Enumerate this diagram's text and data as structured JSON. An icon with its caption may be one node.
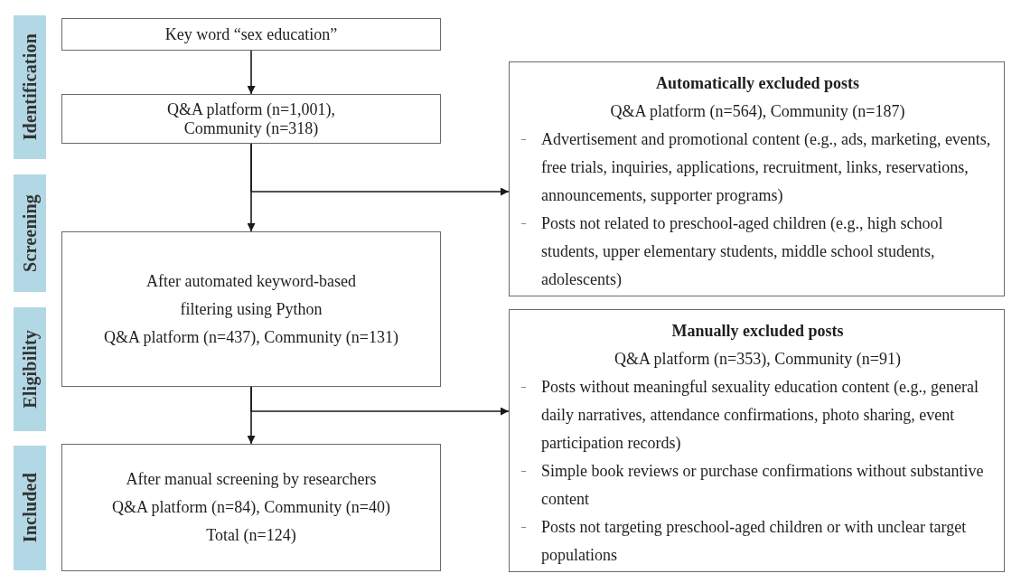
{
  "diagram": {
    "nodes": [
      {
        "text": [
          "Identification"
        ]
      },
      {
        "text": [
          "Screening"
        ]
      },
      {
        "text": [
          "Eligibility"
        ]
      },
      {
        "text": [
          "Included"
        ]
      },
      {
        "text": [
          "Key word “sex education”"
        ]
      },
      {
        "text": [
          "Q&A platform (n=1,001), Community (n=318)"
        ]
      },
      {
        "text": [
          "Automatically excluded posts",
          "Q&A platform (n=564), Community (n=187)",
          "Advertisement and promotional content (e.g., ads, marketing, events, free trials, inquiries, applications, recruitment, links, reservations, announcements, supporter programs)",
          "Posts not related to preschool-aged children (e.g., high school students, upper elementary students, middle school students, adolescents)"
        ]
      },
      {
        "text": [
          "After automated keyword-based filtering using Python",
          "Q&A platform (n=437), Community (n=131)"
        ]
      },
      {
        "text": [
          "Manually excluded posts",
          "Q&A platform (n=353), Community (n=91)",
          "Posts without meaningful sexuality education content (e.g., general daily narratives, attendance confirmations, photo sharing, event participation records)",
          "Simple book reviews or purchase confirmations without substantive content",
          "Posts not targeting preschool-aged children or with unclear target populations"
        ]
      },
      {
        "text": [
          "After manual screening by researchers",
          "Q&A platform (n=84), Community (n=40)",
          "Total (n=124)"
        ]
      }
    ],
    "edges": [
      {
        "from": 4,
        "to": 5,
        "arrow": "to"
      },
      {
        "from": 5,
        "to": 6,
        "arrow": "to"
      },
      {
        "from": 5,
        "to": 7,
        "arrow": "to"
      },
      {
        "from": 7,
        "to": 8,
        "arrow": "to"
      },
      {
        "from": 7,
        "to": 9,
        "arrow": "to"
      }
    ]
  }
}
